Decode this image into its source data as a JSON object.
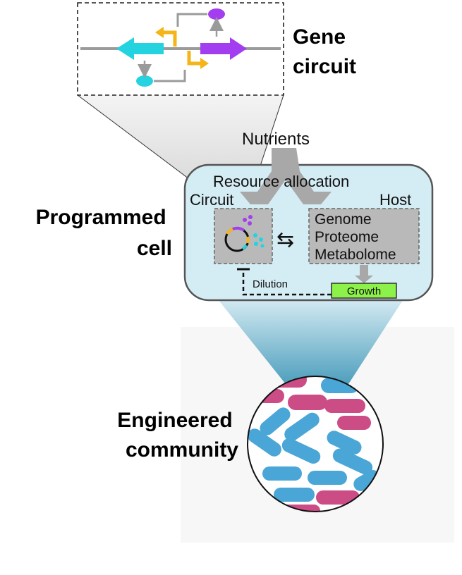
{
  "labels": {
    "gene_circuit": [
      "Gene",
      "circuit"
    ],
    "programmed_cell": [
      "Programmed",
      "cell"
    ],
    "engineered_community": [
      "Engineered",
      "community"
    ],
    "nutrients": "Nutrients",
    "resource_allocation": "Resource allocation",
    "circuit": "Circuit",
    "host": "Host",
    "host_components": [
      "Genome",
      "Proteome",
      "Metabolome"
    ],
    "dilution": "Dilution",
    "growth": "Growth",
    "exchange_symbol": "⇆"
  },
  "colors": {
    "cyan_gene": "#23d3df",
    "purple_gene": "#a23ef0",
    "promoter_orange": "#f5b417",
    "cell_fill": "#d4ecf3",
    "gray_box": "#b9b9b9",
    "growth_green": "#8cf24a",
    "cell_blue": "#4aa6d6",
    "cell_pink": "#cc4c86",
    "arrow_gray": "#a8a8a8"
  },
  "icons": [
    "plasmid-icon",
    "protein-dots-icon",
    "promoter-arrow-icon",
    "gene-arrow-icon"
  ]
}
